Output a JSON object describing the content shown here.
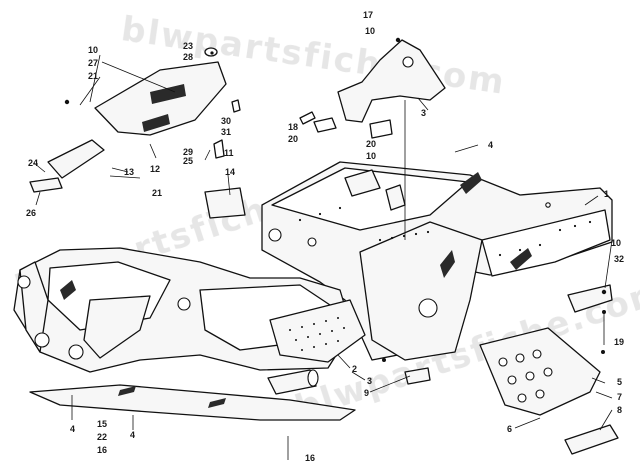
{
  "watermark": "blwpartsfiche.com",
  "colors": {
    "ink": "#111111",
    "paper": "#ffffff",
    "watermark": "#d2d2d2"
  },
  "callouts": [
    {
      "id": "c1",
      "text": "1"
    },
    {
      "id": "c2",
      "text": "2"
    },
    {
      "id": "c3a",
      "text": "3"
    },
    {
      "id": "c3b",
      "text": "3"
    },
    {
      "id": "c4a",
      "text": "4"
    },
    {
      "id": "c4b",
      "text": "4"
    },
    {
      "id": "c4c",
      "text": "4"
    },
    {
      "id": "c5",
      "text": "5"
    },
    {
      "id": "c6",
      "text": "6"
    },
    {
      "id": "c7",
      "text": "7"
    },
    {
      "id": "c8",
      "text": "8"
    },
    {
      "id": "c9",
      "text": "9"
    },
    {
      "id": "c10a",
      "text": "10"
    },
    {
      "id": "c10b",
      "text": "10"
    },
    {
      "id": "c10c",
      "text": "10"
    },
    {
      "id": "c10d",
      "text": "10"
    },
    {
      "id": "c11",
      "text": "11"
    },
    {
      "id": "c12",
      "text": "12"
    },
    {
      "id": "c13",
      "text": "13"
    },
    {
      "id": "c14",
      "text": "14"
    },
    {
      "id": "c15",
      "text": "15"
    },
    {
      "id": "c16a",
      "text": "16"
    },
    {
      "id": "c16b",
      "text": "16"
    },
    {
      "id": "c17",
      "text": "17"
    },
    {
      "id": "c18",
      "text": "18"
    },
    {
      "id": "c19",
      "text": "19"
    },
    {
      "id": "c20a",
      "text": "20"
    },
    {
      "id": "c20b",
      "text": "20"
    },
    {
      "id": "c21a",
      "text": "21"
    },
    {
      "id": "c21b",
      "text": "21"
    },
    {
      "id": "c22",
      "text": "22"
    },
    {
      "id": "c23",
      "text": "23"
    },
    {
      "id": "c24",
      "text": "24"
    },
    {
      "id": "c25",
      "text": "25"
    },
    {
      "id": "c26",
      "text": "26"
    },
    {
      "id": "c27",
      "text": "27"
    },
    {
      "id": "c28",
      "text": "28"
    },
    {
      "id": "c29",
      "text": "29"
    },
    {
      "id": "c30",
      "text": "30"
    },
    {
      "id": "c31",
      "text": "31"
    },
    {
      "id": "c32",
      "text": "32"
    }
  ]
}
